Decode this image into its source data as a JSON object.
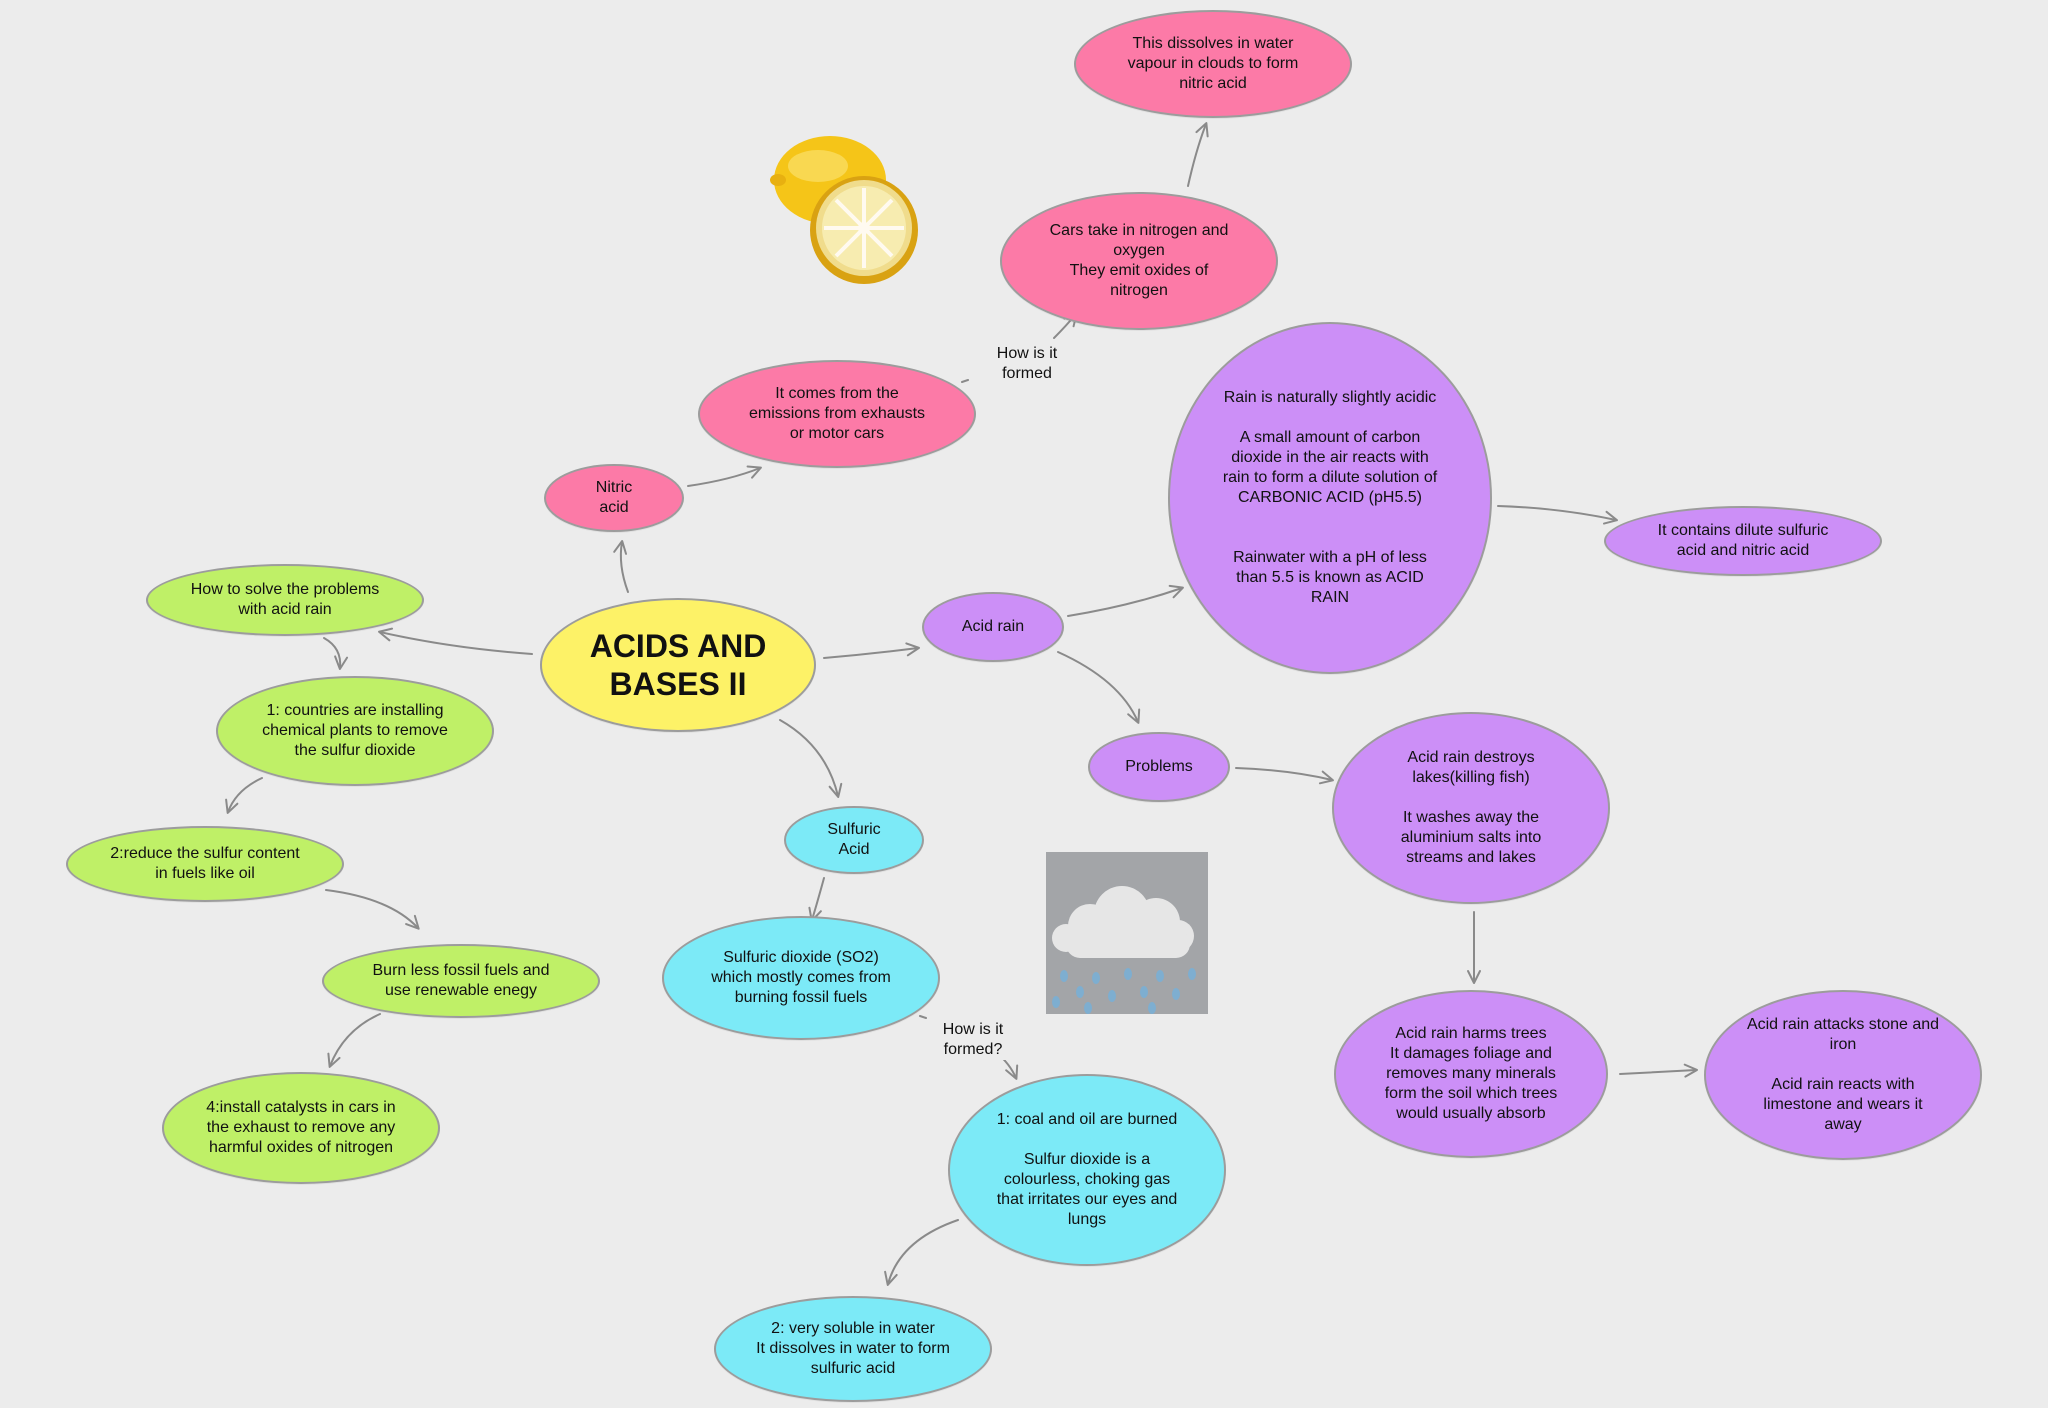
{
  "title": "ACIDS AND\nBASES II",
  "nodes": {
    "nitric": "Nitric acid",
    "emissions": "It comes from the\nemissions from exhausts\nor motor cars",
    "cars": "Cars take in nitrogen and\noxygen\nThey emit oxides of\nnitrogen",
    "dissolves": "This dissolves in water\nvapour in clouds  to form\nnitric acid",
    "acid_rain": "Acid rain",
    "rain_acidic": "Rain is naturally slightly acidic\n\nA small amount of carbon\ndioxide in the air reacts  with\nrain to form a dilute solution of\nCARBONIC ACID (pH5.5)\n\n\nRainwater with a pH of less\nthan 5.5 is known as ACID\nRAIN",
    "contains": "It contains dilute sulfuric\nacid and nitric acid",
    "problems": "Problems",
    "destroys": "Acid rain destroys\nlakes(killing fish)\n\nIt  washes away the\naluminium salts into\nstreams and lakes",
    "harms_trees": "Acid rain harms trees\nIt damages foliage and\nremoves many minerals\nform the soil which trees\nwould usually absorb",
    "attacks_stone": "Acid rain attacks stone and\niron\n\nAcid rain reacts with\nlimestone and wears it\naway",
    "sulfuric": "Sulfuric Acid",
    "so2": "Sulfuric dioxide (SO2)\nwhich mostly comes from\nburning fossil fuels",
    "coal": "1: coal and oil are burned\n\nSulfur dioxide is a\ncolourless, choking gas\nthat irritates our eyes and\nlungs",
    "soluble": "2: very soluble in water\nIt dissolves in water to form\nsulfuric acid",
    "solve": "How to solve the problems\nwith acid rain",
    "step1": "1: countries are installing\nchemical plants to remove\nthe sulfur dioxide",
    "step2": "2:reduce the sulfur content\nin fuels like oil",
    "burn_less": "Burn less fossil fuels and\nuse renewable enegy",
    "step4": "4:install catalysts in cars in\nthe exhaust to remove any\nharmful oxides of nitrogen"
  },
  "labels": {
    "how_formed_1": "How is it\nformed",
    "how_formed_2": "How is it\nformed?"
  },
  "icons": {
    "lemon": "lemon-icon",
    "rain_cloud": "rain-cloud-icon"
  },
  "colors": {
    "pink": "#fc7aa7",
    "purple": "#cc8ff7",
    "green": "#bff067",
    "cyan": "#7ceaf7",
    "yellow": "#fdf267",
    "arrow": "#8a8a8a"
  }
}
